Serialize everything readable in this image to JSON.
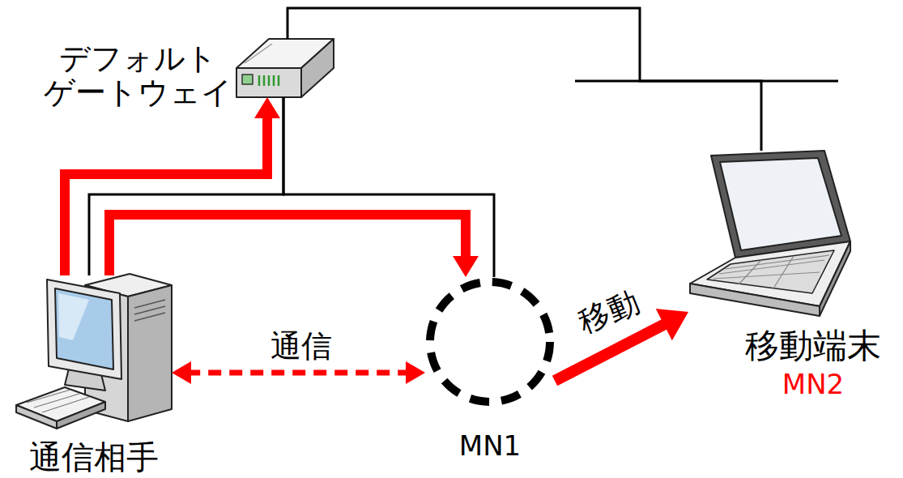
{
  "diagram": {
    "nodes": [
      {
        "text": [
          "デフォルト ゲートウェイ"
        ]
      },
      {
        "text": [
          "通信相手"
        ]
      },
      {
        "text": [
          "MN1"
        ]
      },
      {
        "text": [
          "移動端末",
          "MN2"
        ]
      }
    ],
    "edges": [
      {
        "from": 1,
        "to": 0,
        "arrow": "to"
      },
      {
        "from": 1,
        "to": 2,
        "arrow": "to"
      },
      {
        "from": 1,
        "to": 2,
        "arrow": "both",
        "label": "通信"
      },
      {
        "from": 2,
        "to": 3,
        "arrow": "to",
        "label": "移動"
      },
      {
        "from": 0,
        "to": 1,
        "arrow": "none"
      },
      {
        "from": 0,
        "to": 2,
        "arrow": "none"
      },
      {
        "from": 0,
        "to": 3,
        "arrow": "none"
      }
    ]
  }
}
